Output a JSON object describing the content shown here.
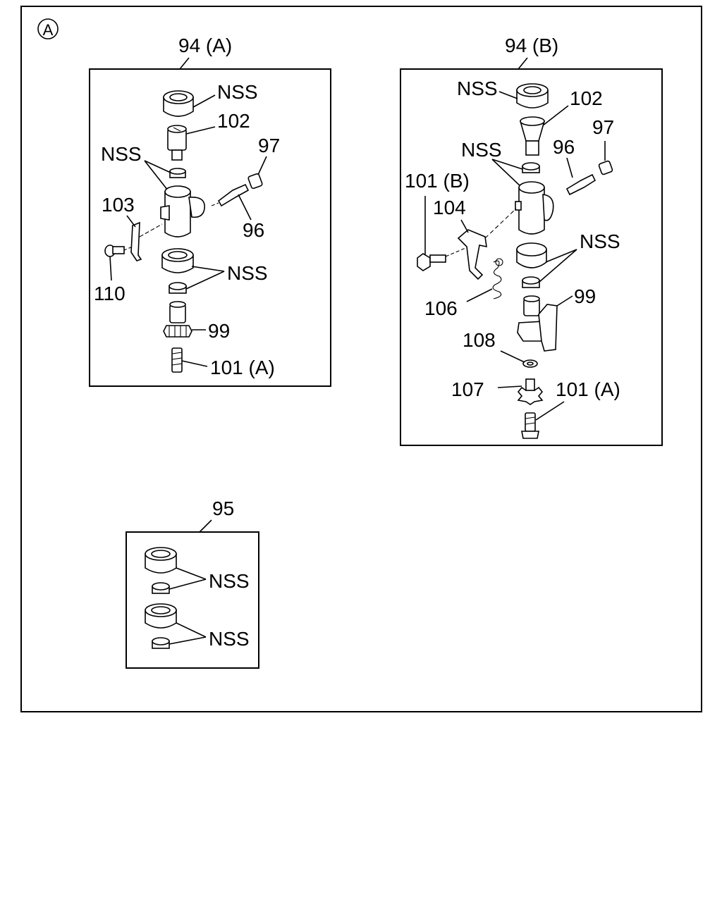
{
  "view_marker": "A",
  "groups": {
    "a": {
      "title": "94 (A)",
      "labels": {
        "nss_top": "NSS",
        "p102": "102",
        "nss_mid": "NSS",
        "p97": "97",
        "p103": "103",
        "p96": "96",
        "nss_low": "NSS",
        "p110": "110",
        "p99": "99",
        "p101a": "101 (A)"
      }
    },
    "b": {
      "title": "94 (B)",
      "labels": {
        "nss_top": "NSS",
        "p102": "102",
        "p97": "97",
        "nss_mid": "NSS",
        "p96": "96",
        "p101b": "101 (B)",
        "p104": "104",
        "nss_low": "NSS",
        "p99": "99",
        "p106": "106",
        "p108": "108",
        "p107": "107",
        "p101a": "101 (A)"
      }
    },
    "c": {
      "title": "95",
      "labels": {
        "nss_top": "NSS",
        "nss_low": "NSS"
      }
    }
  }
}
